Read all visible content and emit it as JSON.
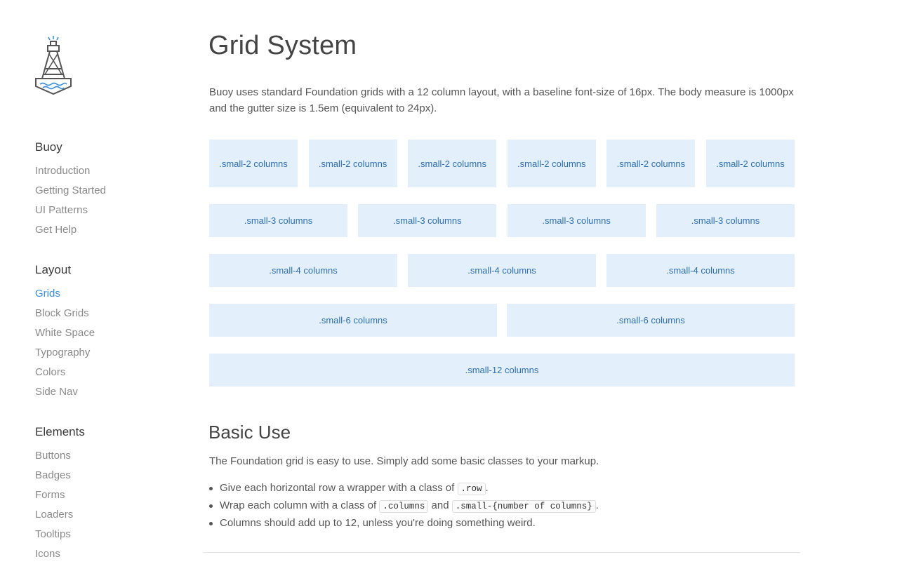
{
  "sidebar": {
    "sections": [
      {
        "heading": "Buoy",
        "items": [
          "Introduction",
          "Getting Started",
          "UI Patterns",
          "Get Help"
        ]
      },
      {
        "heading": "Layout",
        "items": [
          "Grids",
          "Block Grids",
          "White Space",
          "Typography",
          "Colors",
          "Side Nav"
        ],
        "active": "Grids"
      },
      {
        "heading": "Elements",
        "items": [
          "Buttons",
          "Badges",
          "Forms",
          "Loaders",
          "Tooltips",
          "Icons"
        ]
      }
    ]
  },
  "main": {
    "title": "Grid System",
    "intro": "Buoy uses standard Foundation grids with a 12 column layout, with a baseline font-size of 16px. The body measure is 1000px and the gutter size is 1.5em (equivalent to 24px).",
    "grid_rows": [
      {
        "cells": [
          ".small-2 columns",
          ".small-2 columns",
          ".small-2 columns",
          ".small-2 columns",
          ".small-2 columns",
          ".small-2 columns"
        ]
      },
      {
        "cells": [
          ".small-3 columns",
          ".small-3 columns",
          ".small-3 columns",
          ".small-3 columns"
        ]
      },
      {
        "cells": [
          ".small-4 columns",
          ".small-4 columns",
          ".small-4 columns"
        ]
      },
      {
        "cells": [
          ".small-6 columns",
          ".small-6 columns"
        ]
      },
      {
        "cells": [
          ".small-12 columns"
        ]
      }
    ],
    "basic_use": {
      "title": "Basic Use",
      "text": "The Foundation grid is easy to use. Simply add some basic classes to your markup.",
      "bullet1_pre": "Give each horizontal row a wrapper with a class of ",
      "bullet1_code": ".row",
      "bullet1_post": ".",
      "bullet2_pre": "Wrap each column with a class of ",
      "bullet2_code1": ".columns",
      "bullet2_mid": " and ",
      "bullet2_code2": ".small-{number of columns}",
      "bullet2_post": ".",
      "bullet3": "Columns should add up to 12, unless you're doing something weird."
    }
  },
  "colors": {
    "accent": "#3d8fd9",
    "cell_bg": "#e3effb",
    "cell_text": "#2e6fb0"
  }
}
